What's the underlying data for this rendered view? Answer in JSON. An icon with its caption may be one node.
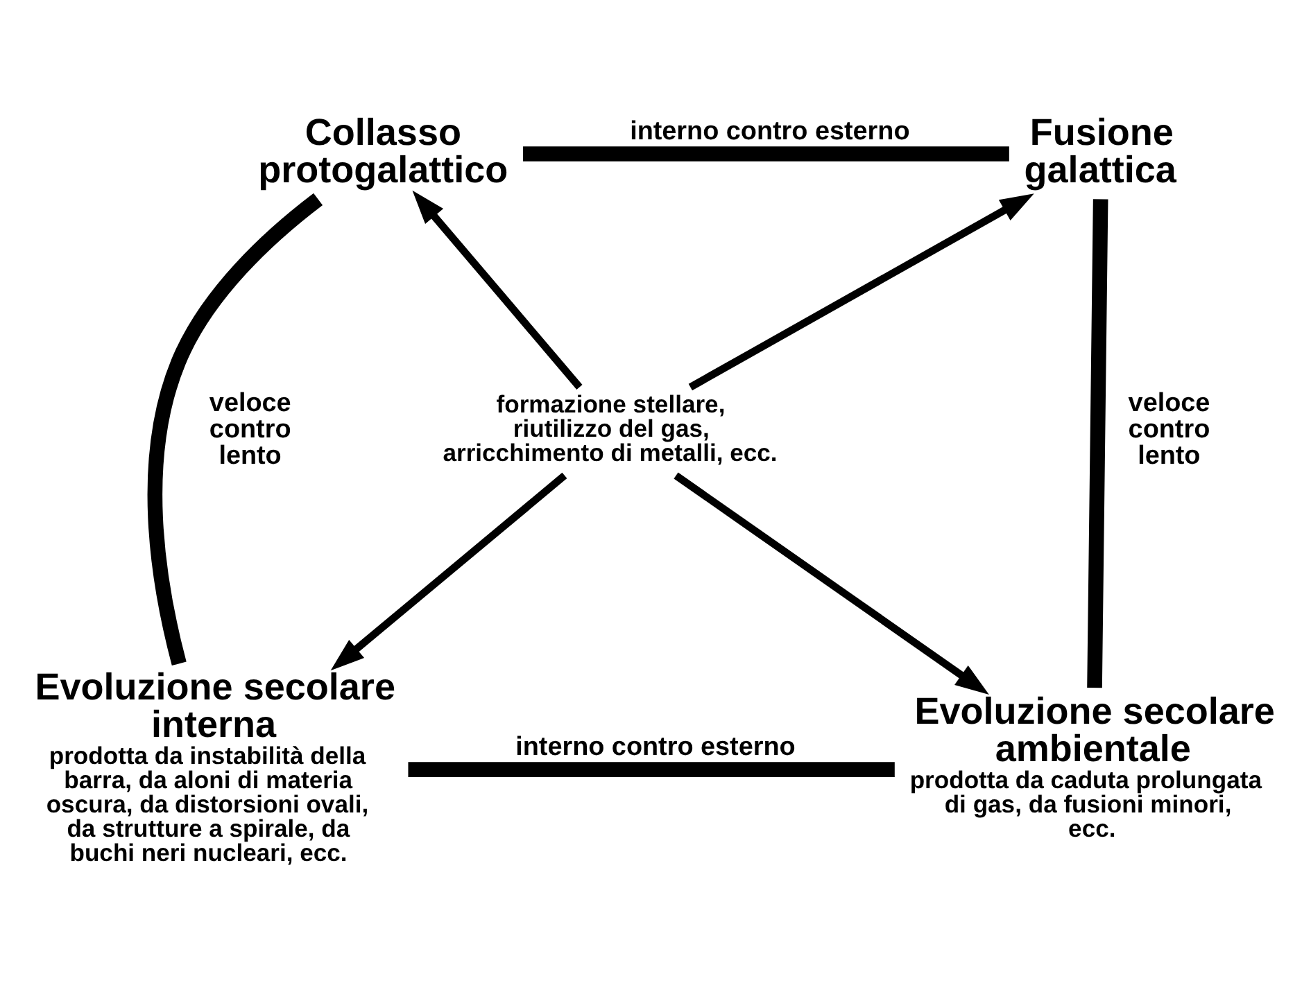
{
  "diagram": {
    "nodes": [
      {
        "text": [
          "Collasso protogalattico"
        ]
      },
      {
        "text": [
          "Fusione galattica"
        ]
      },
      {
        "text": [
          "formazione stellare, riutilizzo del gas, arricchimento di metalli, ecc."
        ]
      },
      {
        "text": [
          "Evoluzione secolare interna",
          "prodotta da instabilità della barra, da aloni di materia oscura, da distorsioni ovali, da strutture a spirale, da buchi neri nucleari, ecc."
        ]
      },
      {
        "text": [
          "Evoluzione secolare ambientale",
          "prodotta da caduta prolungata di gas, da fusioni minori, ecc."
        ]
      }
    ],
    "edges": [
      {
        "from": 0,
        "to": 1,
        "arrow": "none",
        "style": "thick",
        "label": "interno contro esterno"
      },
      {
        "from": 0,
        "to": 3,
        "arrow": "none",
        "style": "thick",
        "label": "veloce contro lento"
      },
      {
        "from": 1,
        "to": 4,
        "arrow": "none",
        "style": "thick",
        "label": "veloce contro lento"
      },
      {
        "from": 3,
        "to": 4,
        "arrow": "none",
        "style": "thick",
        "label": "interno contro esterno"
      },
      {
        "from": 2,
        "to": 0,
        "arrow": "to"
      },
      {
        "from": 2,
        "to": 1,
        "arrow": "to"
      },
      {
        "from": 2,
        "to": 3,
        "arrow": "to"
      },
      {
        "from": 2,
        "to": 4,
        "arrow": "to"
      }
    ]
  }
}
